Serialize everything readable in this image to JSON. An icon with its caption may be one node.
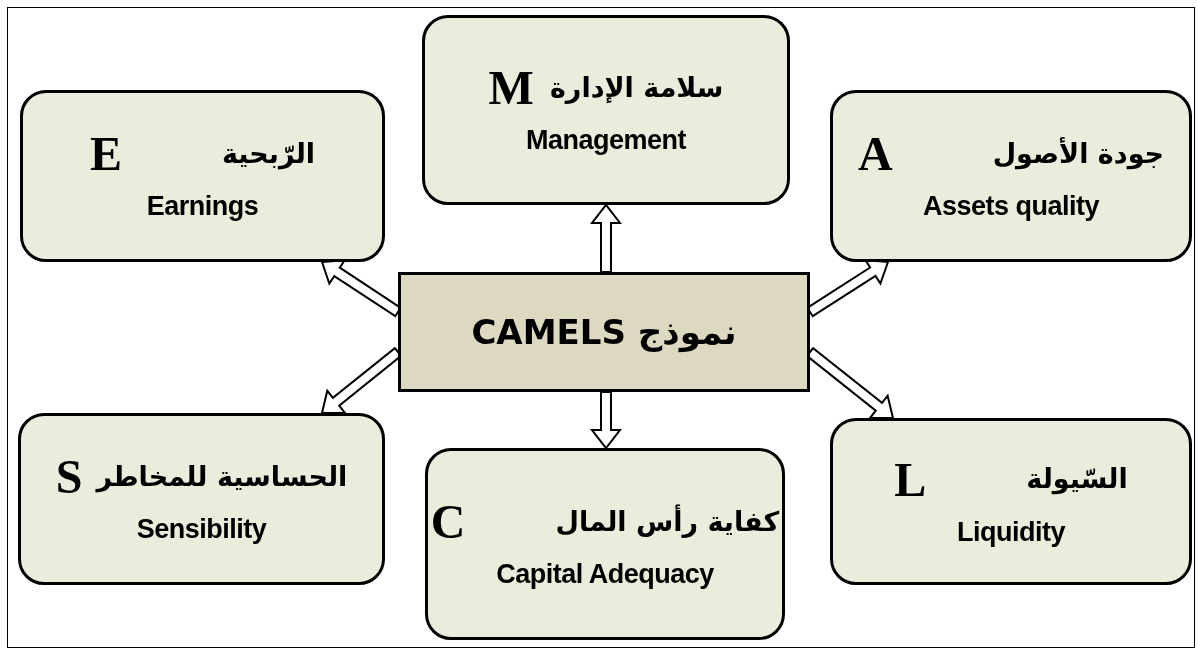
{
  "diagram": {
    "nodes": [
      {
        "text": [
          "سلامة الإدارة",
          "M",
          "Management"
        ]
      },
      {
        "text": [
          "الرّبحية",
          "E",
          "Earnings"
        ]
      },
      {
        "text": [
          "جودة الأصول",
          "A",
          "Assets quality"
        ]
      },
      {
        "text": [
          "نموذج CAMELS"
        ]
      },
      {
        "text": [
          "الحساسية للمخاطر",
          "S",
          "Sensibility"
        ]
      },
      {
        "text": [
          "كفاية رأس المال",
          "C",
          "Capital Adequacy"
        ]
      },
      {
        "text": [
          "السّيولة",
          "L",
          "Liquidity"
        ]
      }
    ],
    "edges": [
      {
        "from": 3,
        "to": 0,
        "arrow": "to"
      },
      {
        "from": 3,
        "to": 1,
        "arrow": "to"
      },
      {
        "from": 3,
        "to": 2,
        "arrow": "to"
      },
      {
        "from": 3,
        "to": 4,
        "arrow": "to"
      },
      {
        "from": 3,
        "to": 5,
        "arrow": "to"
      },
      {
        "from": 3,
        "to": 6,
        "arrow": "to"
      }
    ]
  }
}
